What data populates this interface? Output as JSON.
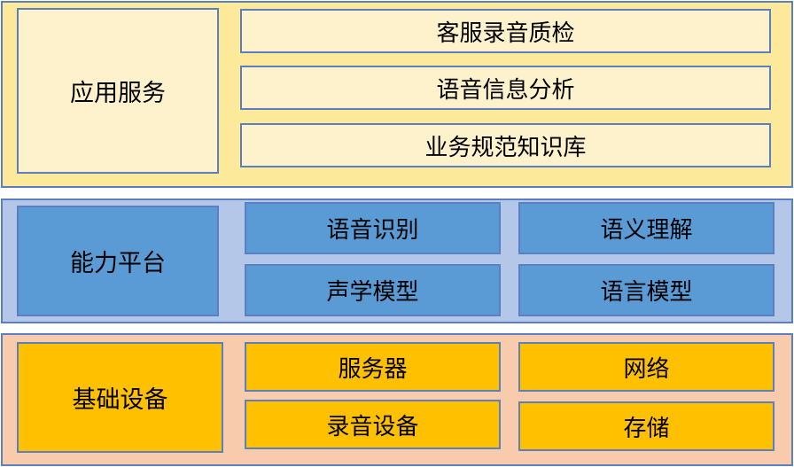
{
  "layers": [
    {
      "label": "应用服务",
      "items": [
        "客服录音质检",
        "语音信息分析",
        "业务规范知识库"
      ]
    },
    {
      "label": "能力平台",
      "items": [
        "语音识别",
        "语义理解",
        "声学模型",
        "语言模型"
      ]
    },
    {
      "label": "基础设备",
      "items": [
        "服务器",
        "网络",
        "录音设备",
        "存储"
      ]
    }
  ],
  "colors": {
    "application_layer": "#fde99a",
    "application_box": "#fef2cc",
    "platform_layer": "#b4c7e8",
    "platform_box": "#5b9bd5",
    "infrastructure_layer": "#f8cbad",
    "infrastructure_box": "#ffc000",
    "border": "#5b7fc1"
  }
}
